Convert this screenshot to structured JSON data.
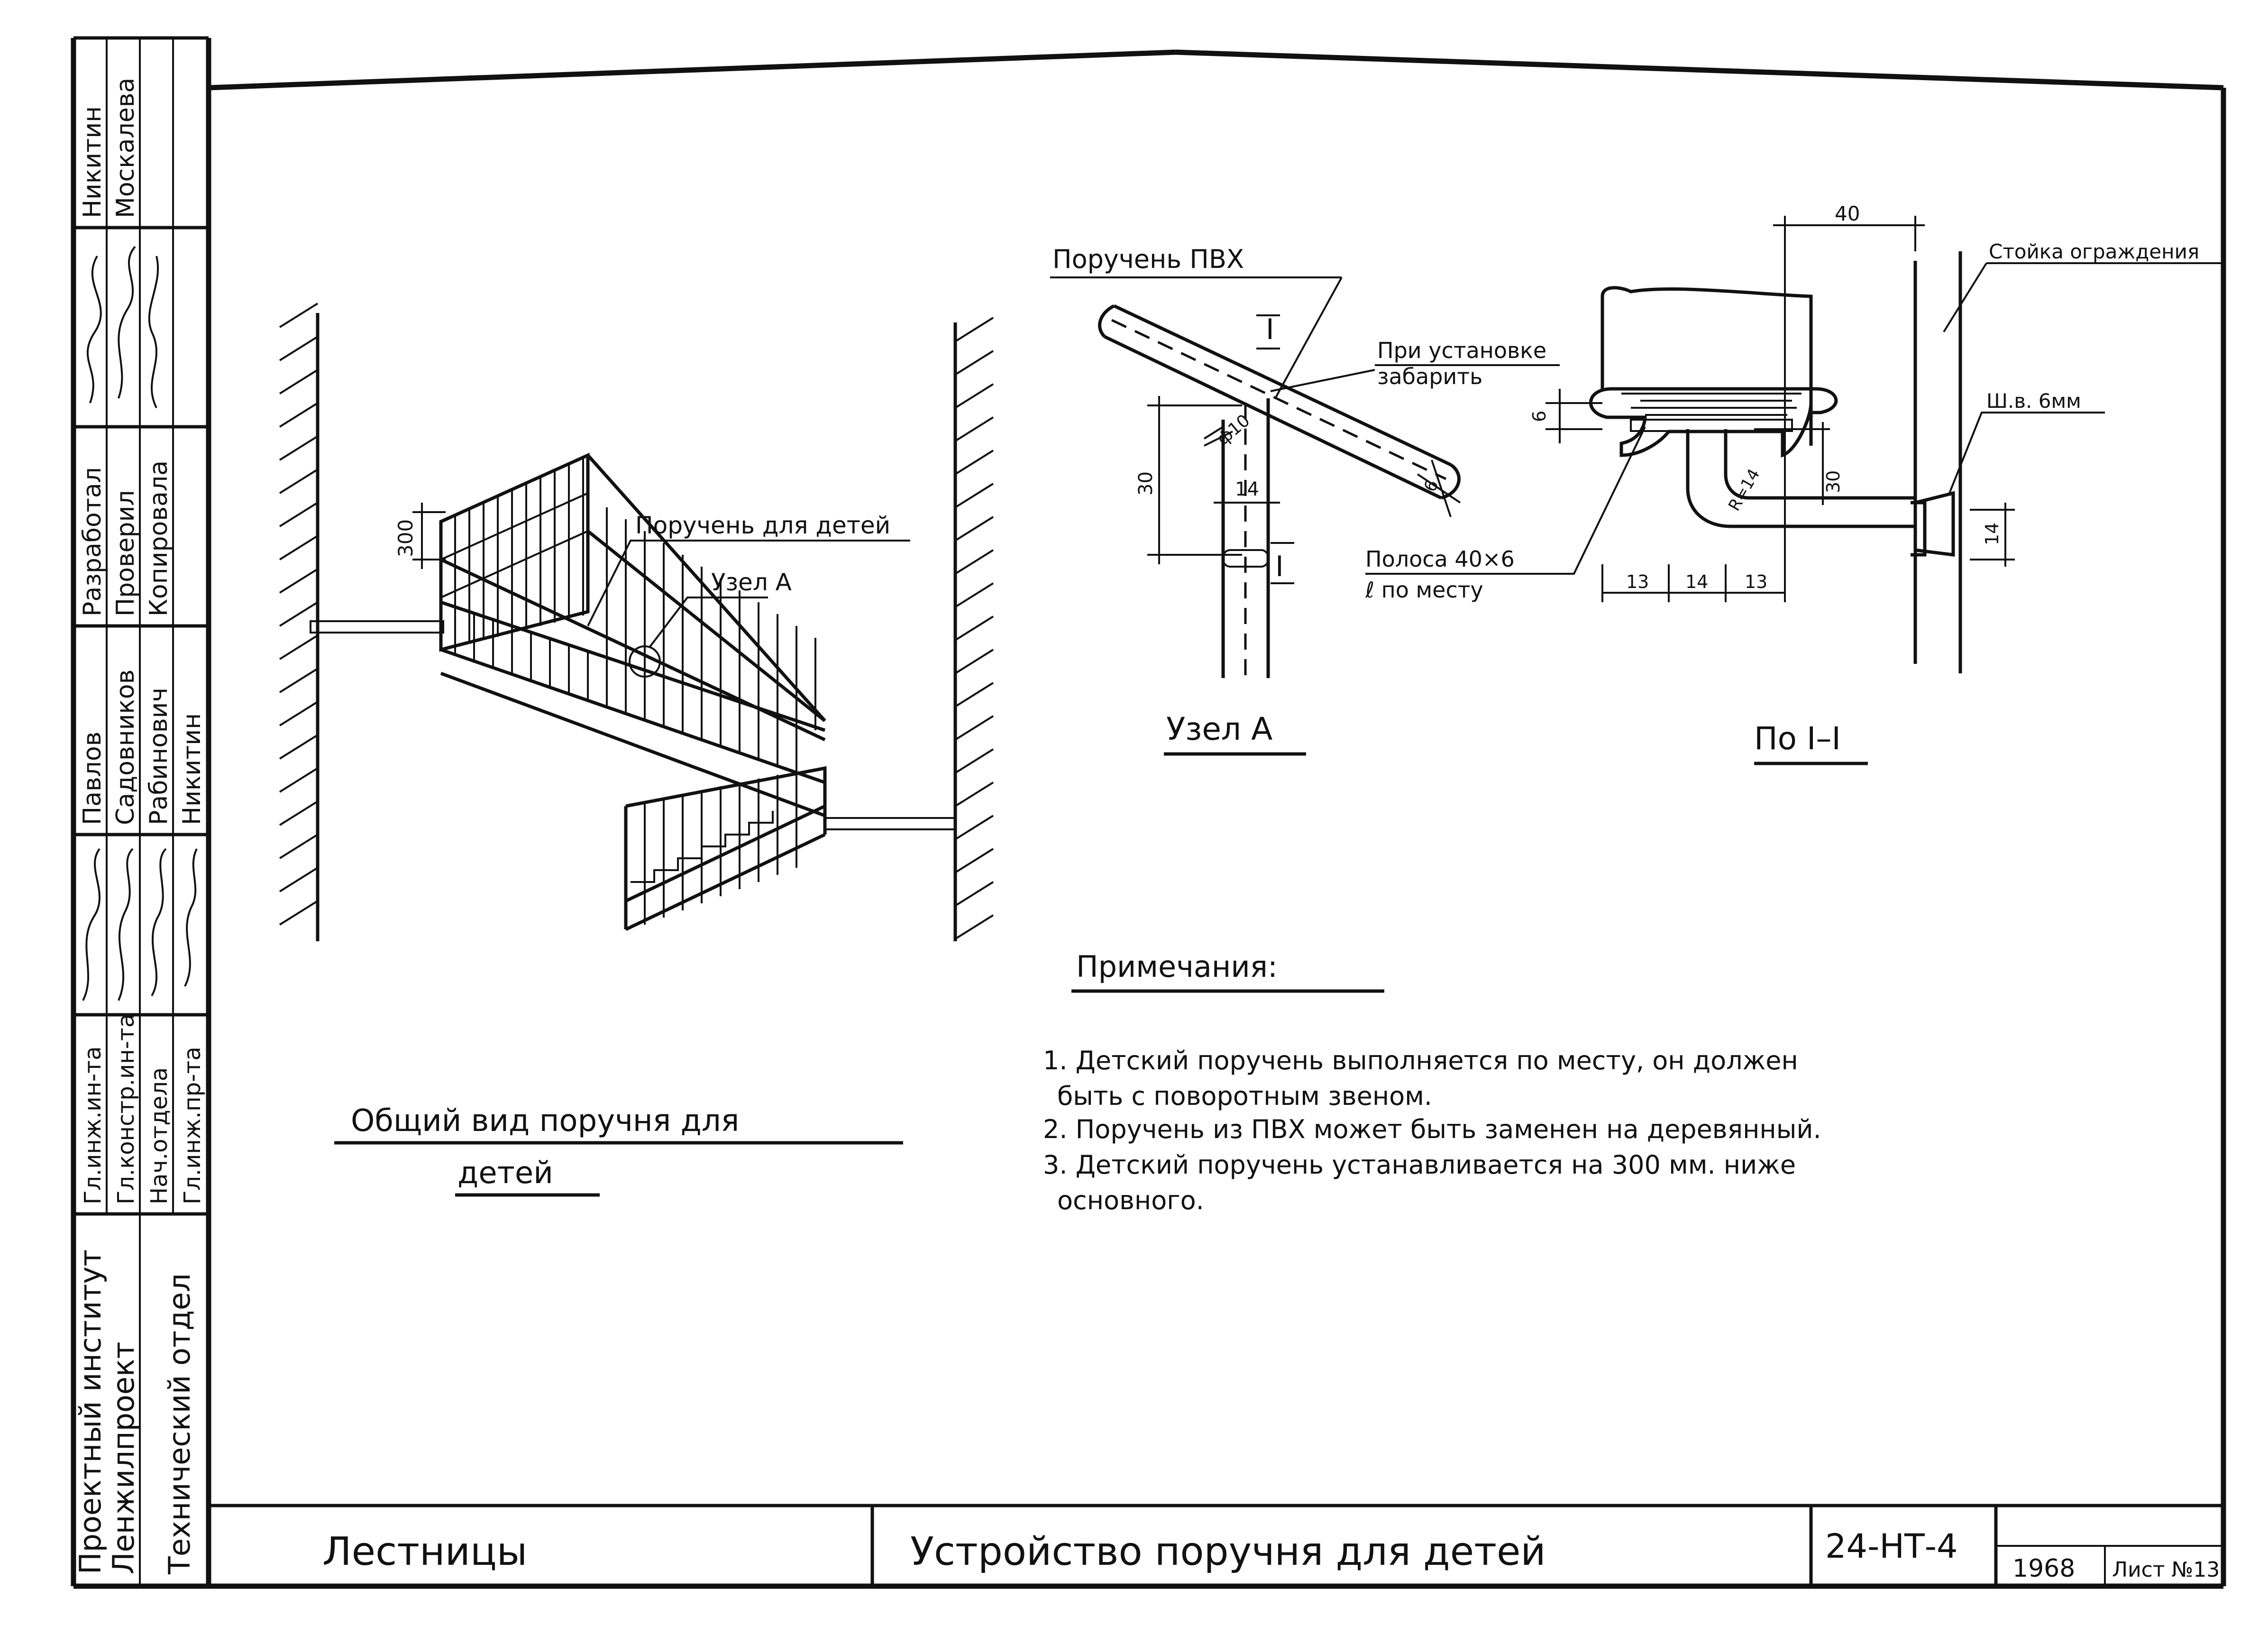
{
  "title_block": {
    "institute": "Проектный институт",
    "organization": "Ленжилпроект",
    "department": "Технический отдел",
    "series": "Лестницы",
    "drawing_title": "Устройство поручня для детей",
    "code": "24-НТ-4",
    "year": "1968",
    "sheet": "Лист №13"
  },
  "stamp_rows": [
    {
      "position": "Гл.инж.ин-та",
      "name": "Павлов",
      "role": "Разработал",
      "person": "Никитин"
    },
    {
      "position": "Гл.констр.ин-та",
      "name": "Садовников",
      "role": "Проверил",
      "person": "Москалева"
    },
    {
      "position": "Нач.отдела",
      "name": "Рабинович",
      "role": "Копировала",
      "person": ""
    },
    {
      "position": "Гл.инж.пр-та",
      "name": "Никитин",
      "role": "",
      "person": ""
    }
  ],
  "general_view": {
    "title_line1": "Общий вид поручня для",
    "title_line2": "детей",
    "label_children_rail": "Поручень для детей",
    "label_node": "Узел А",
    "dim_300": "300"
  },
  "node_a": {
    "title": "Узел А",
    "label_pvc": "Поручень ПВХ",
    "label_install_line1": "При установке",
    "label_install_line2": "забарить",
    "label_section": "I",
    "dim_30": "30",
    "dim_14": "14",
    "dim_phi10": "ф10",
    "dim_6": "6"
  },
  "section_i": {
    "title": "По I–I",
    "label_post": "Стойка ограждения",
    "label_weld": "Ш.в. 6мм",
    "label_strip_line1": "Полоса 40×6",
    "label_strip_line2": "ℓ по месту",
    "dim_40": "40",
    "dim_6": "6",
    "dim_30": "30",
    "dim_r14": "R=14",
    "dim_13a": "13",
    "dim_14": "14",
    "dim_13b": "13",
    "dim_14v": "14"
  },
  "notes": {
    "heading": "Примечания:",
    "n1_line1": "1. Детский поручень выполняется по месту, он должен",
    "n1_line2": "быть с поворотным   звеном.",
    "n2": "2. Поручень из ПВХ может быть заменен на деревянный.",
    "n3_line1": "3. Детский поручень устанавливается на 300 мм. ниже",
    "n3_line2": "основного."
  }
}
